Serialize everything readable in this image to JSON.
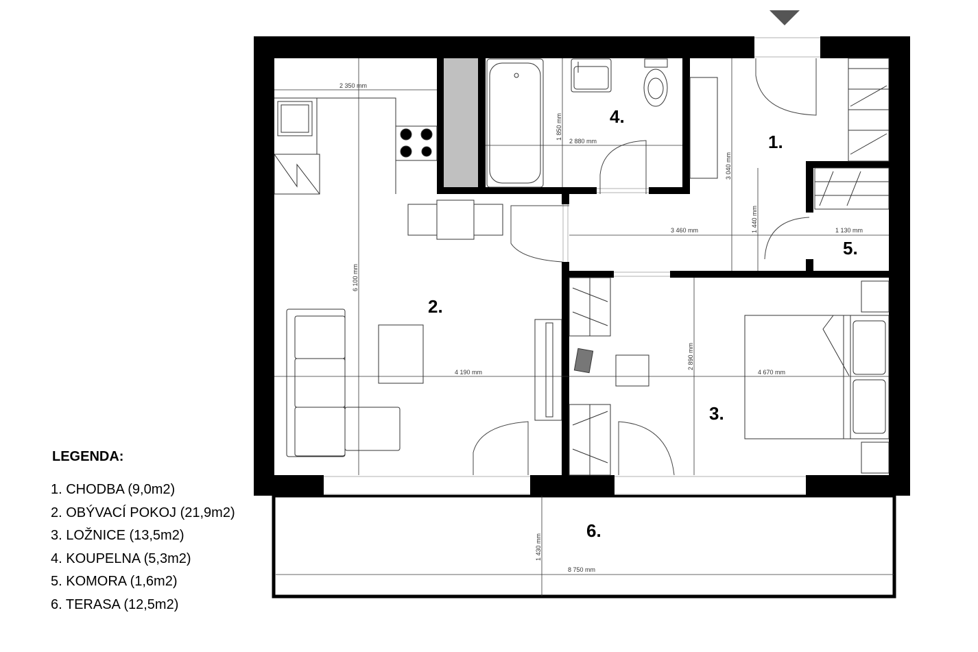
{
  "rooms": [
    {
      "number": "1.",
      "name": "CHODBA",
      "area": "(9,0m2)"
    },
    {
      "number": "2.",
      "name": "OBÝVACÍ POKOJ",
      "area": "(21,9m2)"
    },
    {
      "number": "3.",
      "name": "LOŽNICE",
      "area": "(13,5m2)"
    },
    {
      "number": "4.",
      "name": "KOUPELNA",
      "area": "(5,3m2)"
    },
    {
      "number": "5.",
      "name": "KOMORA",
      "area": "(1,6m2)"
    },
    {
      "number": "6.",
      "name": "TERASA",
      "area": "(12,5m2)"
    }
  ],
  "dimensions": {
    "kitchen_width": "2 350 mm",
    "living_height": "6 100 mm",
    "bath_height": "1 850 mm",
    "bath_width": "2 880 mm",
    "hall_height": "3 040 mm",
    "hall_width": "3 460 mm",
    "komora_height": "1 440 mm",
    "komora_width": "1 130 mm",
    "living_width": "4 190 mm",
    "bedroom_height": "2 890 mm",
    "bedroom_width": "4 670 mm",
    "terrace_depth": "1 430 mm",
    "terrace_width": "8 750 mm"
  },
  "legend": {
    "title": "LEGENDA:",
    "items": [
      "1. CHODBA  (9,0m2)",
      "2. OBÝVACÍ POKOJ (21,9m2)",
      "3. LOŽNICE (13,5m2)",
      "4. KOUPELNA (5,3m2)",
      "5. KOMORA (1,6m2)",
      "6. TERASA (12,5m2)"
    ]
  },
  "colors": {
    "wall": "#000000",
    "shaft": "#c0c0c0"
  }
}
